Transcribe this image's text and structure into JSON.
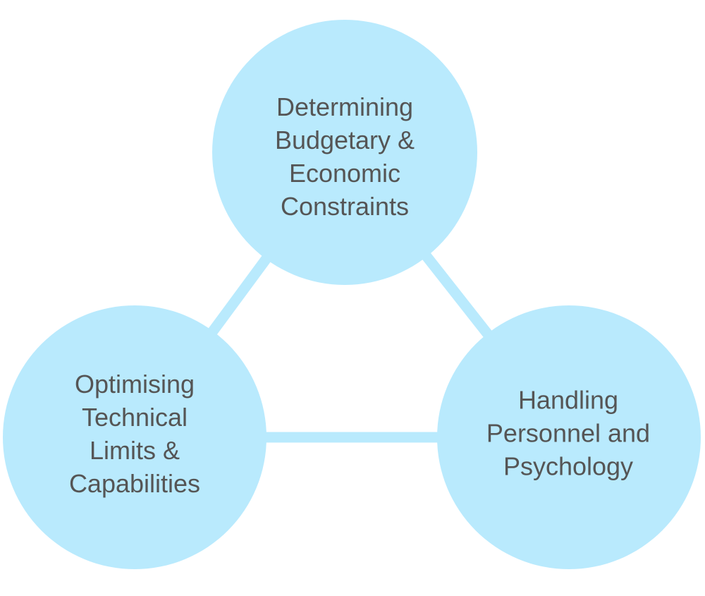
{
  "diagram": {
    "type": "triangle-cycle",
    "colors": {
      "node_fill": "#b9eafd",
      "connector": "#b9eafd",
      "text": "#555555",
      "background": "#ffffff"
    },
    "nodes": [
      {
        "id": "budget",
        "lines": [
          "Determining",
          "Budgetary &",
          "Economic",
          "Constraints"
        ]
      },
      {
        "id": "technical",
        "lines": [
          "Optimising",
          "Technical",
          "Limits &",
          "Capabilities"
        ]
      },
      {
        "id": "personnel",
        "lines": [
          "Handling",
          "Personnel and",
          "Psychology"
        ]
      }
    ],
    "connections": [
      [
        "budget",
        "technical"
      ],
      [
        "budget",
        "personnel"
      ],
      [
        "technical",
        "personnel"
      ]
    ]
  }
}
